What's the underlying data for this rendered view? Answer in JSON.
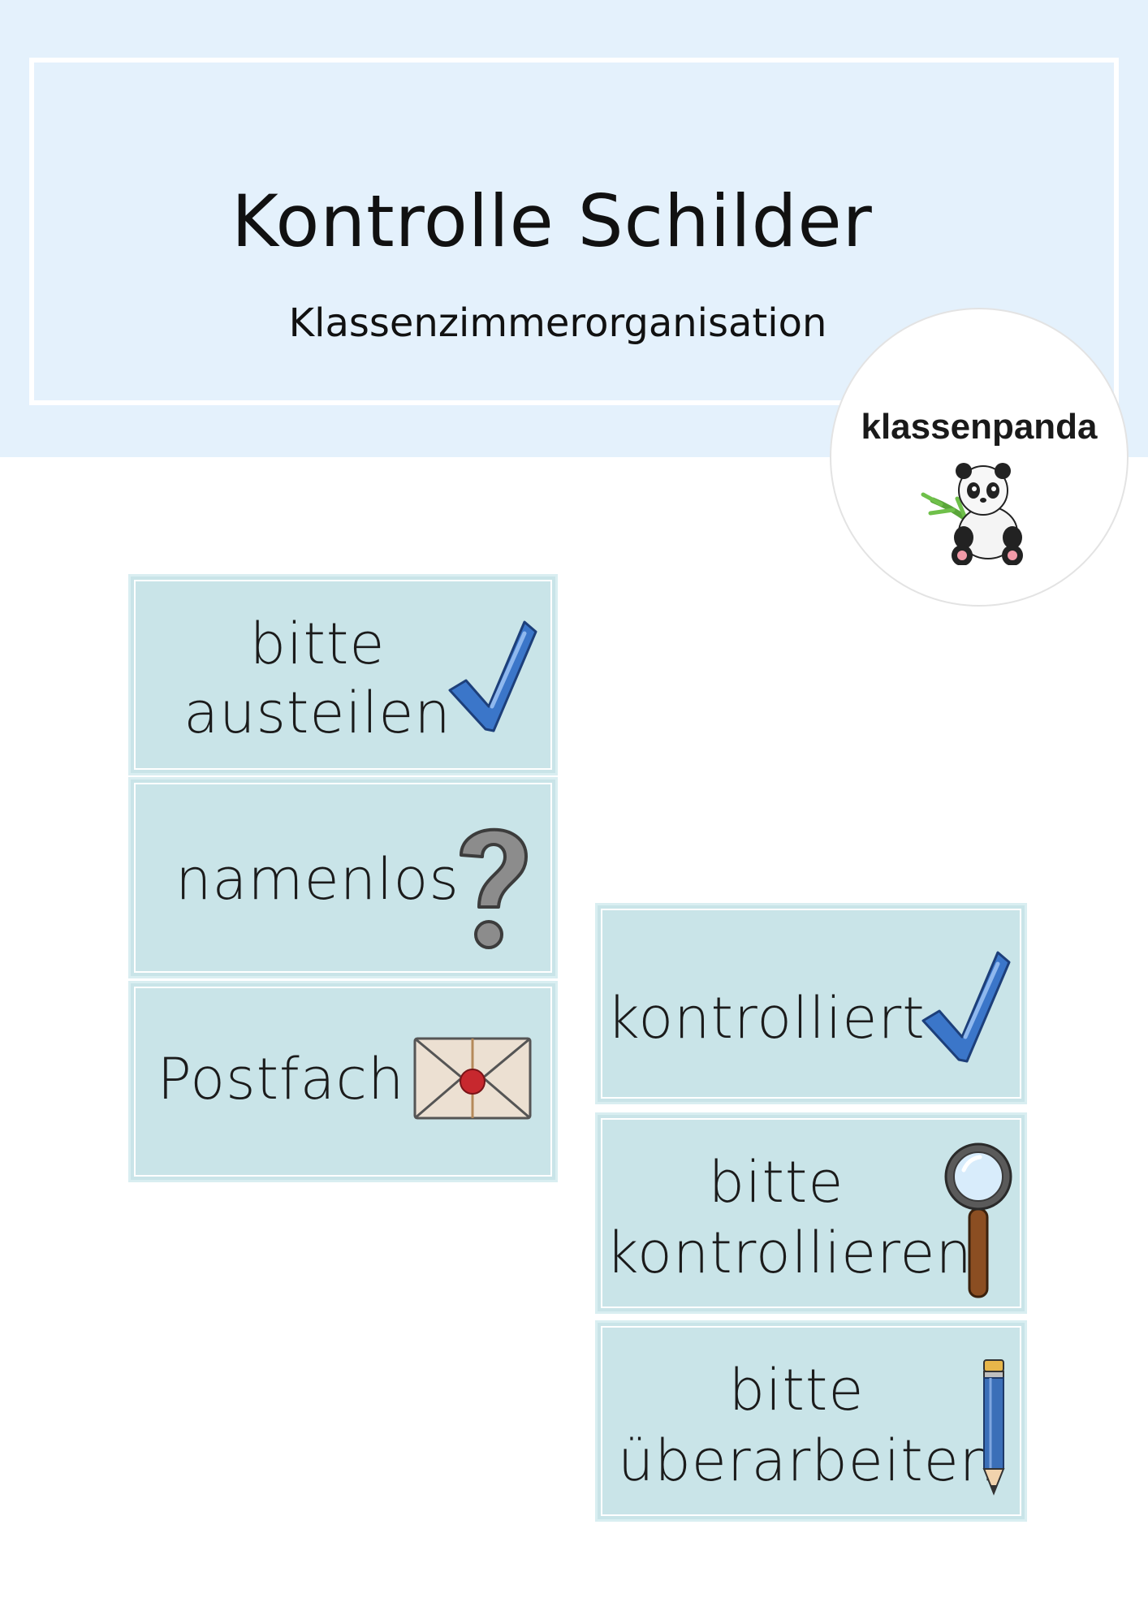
{
  "header": {
    "title": "Kontrolle Schilder",
    "subtitle": "Klassenzimmerorganisation"
  },
  "logo": {
    "text": "klassenpanda",
    "icon": "panda-bamboo-icon"
  },
  "cards": [
    {
      "line1": "bitte",
      "line2": "austeilen",
      "icon": "checkmark-icon"
    },
    {
      "line1": "namenlos",
      "icon": "question-mark-icon"
    },
    {
      "line1": "Postfach",
      "icon": "envelope-icon"
    },
    {
      "line1": "kontrolliert",
      "icon": "checkmark-icon"
    },
    {
      "line1": "bitte",
      "line2": "kontrollieren",
      "icon": "magnifier-icon"
    },
    {
      "line1": "bitte",
      "line2": "überarbeiten",
      "icon": "pencil-icon"
    }
  ],
  "colors": {
    "header_band": "#e4f1fc",
    "card_fill": "#c9e4e8",
    "check_blue": "#3b76c9",
    "question_gray": "#8c8c8c",
    "seal_red": "#c7282e"
  }
}
